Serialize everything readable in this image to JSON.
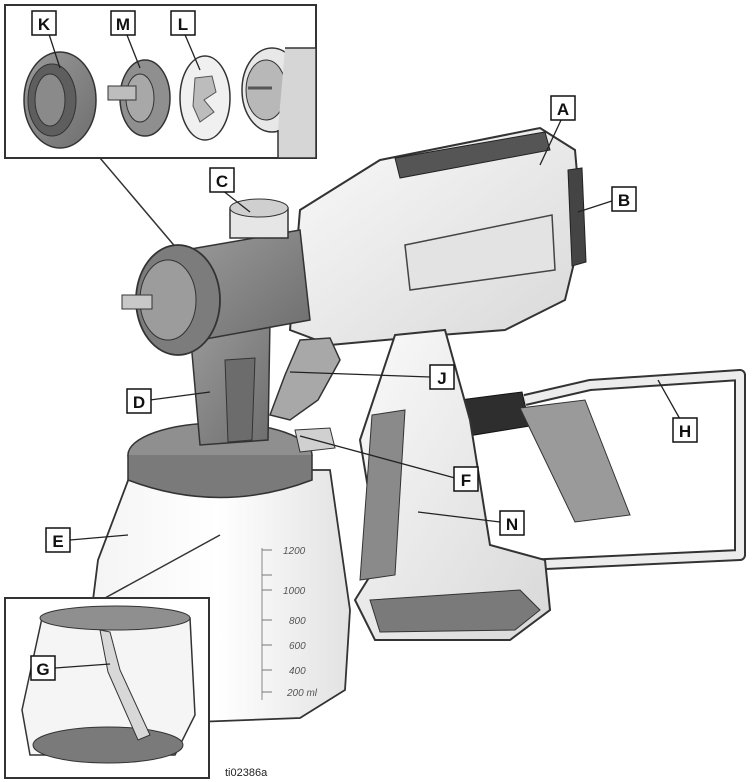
{
  "callouts": {
    "A": "A",
    "B": "B",
    "C": "C",
    "D": "D",
    "E": "E",
    "F": "F",
    "G": "G",
    "H": "H",
    "J": "J",
    "K": "K",
    "L": "L",
    "M": "M",
    "N": "N"
  },
  "scale_marks": [
    "1200",
    "1000",
    "800",
    "600",
    "400",
    "200 ml"
  ],
  "figure_ref": "ti02386a"
}
